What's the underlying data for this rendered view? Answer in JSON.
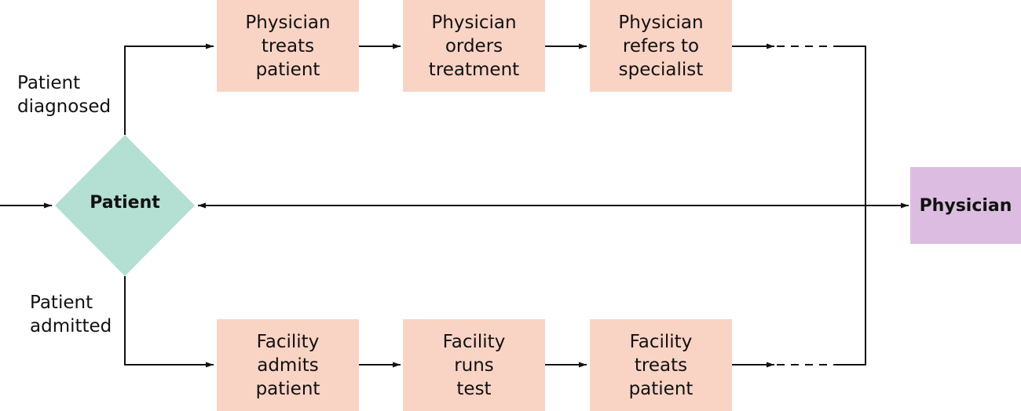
{
  "diagram": {
    "center_node": {
      "label": "Patient",
      "color": "#b4dfd3"
    },
    "target_node": {
      "label": "Physician",
      "color": "#dcbde1"
    },
    "box_color": "#f9d4c5",
    "upper_branch": {
      "label": "Patient\ndiagnosed",
      "steps": [
        "Physician\ntreats\npatient",
        "Physician\norders\ntreatment",
        "Physician\nrefers to\nspecialist"
      ]
    },
    "lower_branch": {
      "label": "Patient\nadmitted",
      "steps": [
        "Facility\nadmits\npatient",
        "Facility\nruns\ntest",
        "Facility\ntreats\npatient"
      ]
    }
  }
}
